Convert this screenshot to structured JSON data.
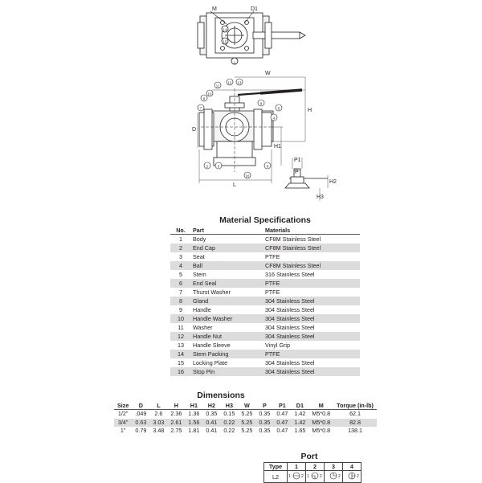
{
  "drawing": {
    "top_labels": {
      "m": "M",
      "d1": "D1"
    },
    "dim_labels": {
      "w": "W",
      "h": "H",
      "d": "D",
      "h1": "H1",
      "l": "L",
      "p1": "P1",
      "p": "P",
      "h2": "H2",
      "h3": "H3"
    },
    "callouts": [
      "1",
      "2",
      "3",
      "4",
      "5",
      "6",
      "7",
      "8",
      "9",
      "10",
      "11",
      "12",
      "13",
      "14",
      "15",
      "16"
    ]
  },
  "materials": {
    "title": "Material Specifications",
    "headers": {
      "no": "No.",
      "part": "Part",
      "materials": "Materials"
    },
    "rows": [
      {
        "no": "1",
        "part": "Body",
        "material": "CF8M Stainless Steel"
      },
      {
        "no": "2",
        "part": "End Cap",
        "material": "CF8M Stainless Steel"
      },
      {
        "no": "3",
        "part": "Seat",
        "material": "PTFE"
      },
      {
        "no": "4",
        "part": "Ball",
        "material": "CF8M Stainless Steel"
      },
      {
        "no": "5",
        "part": "Stem",
        "material": "316 Stainless Steel"
      },
      {
        "no": "6",
        "part": "End Seal",
        "material": "PTFE"
      },
      {
        "no": "7",
        "part": "Thurst Washer",
        "material": "PTFE"
      },
      {
        "no": "8",
        "part": "Gland",
        "material": "304 Stainless Steel"
      },
      {
        "no": "9",
        "part": "Handle",
        "material": "304 Stainless Steel"
      },
      {
        "no": "10",
        "part": "Handle Washer",
        "material": "304 Stainless Steel"
      },
      {
        "no": "11",
        "part": "Washer",
        "material": "304 Stainless Steel"
      },
      {
        "no": "12",
        "part": "Handle Nut",
        "material": "304 Stainless Steel"
      },
      {
        "no": "13",
        "part": "Handle Sleeve",
        "material": "Vinyl Grip"
      },
      {
        "no": "14",
        "part": "Stem Packing",
        "material": "PTFE"
      },
      {
        "no": "15",
        "part": "Locking Plate",
        "material": "304 Stainless Steel"
      },
      {
        "no": "16",
        "part": "Stop Pin",
        "material": "304 Stainless Steel"
      }
    ]
  },
  "dimensions": {
    "title": "Dimensions",
    "headers": [
      "Size",
      "D",
      "L",
      "H",
      "H1",
      "H2",
      "H3",
      "W",
      "P",
      "P1",
      "D1",
      "M",
      "Torque (in-lb)"
    ],
    "rows": [
      [
        "1/2\"",
        ".049",
        "2.6",
        "2.36",
        "1.36",
        "0.35",
        "0.15",
        "5.25",
        "0.35",
        "0.47",
        "1.42",
        "M5*0.8",
        "62.1"
      ],
      [
        "3/4\"",
        "0.63",
        "3.03",
        "2.61",
        "1.56",
        "0.41",
        "0.22",
        "5.25",
        "0.35",
        "0.47",
        "1.42",
        "M5*0.8",
        "82.8"
      ],
      [
        "1\"",
        "0.79",
        "3.48",
        "2.75",
        "1.81",
        "0.41",
        "0.22",
        "5.25",
        "0.35",
        "0.47",
        "1.65",
        "M5*0.8",
        "138.1"
      ]
    ]
  },
  "port": {
    "title": "Port",
    "headers": [
      "Type",
      "1",
      "2",
      "3",
      "4"
    ],
    "type_value": "L2",
    "symbol_digits": [
      "1",
      "2",
      "2",
      "2"
    ]
  }
}
